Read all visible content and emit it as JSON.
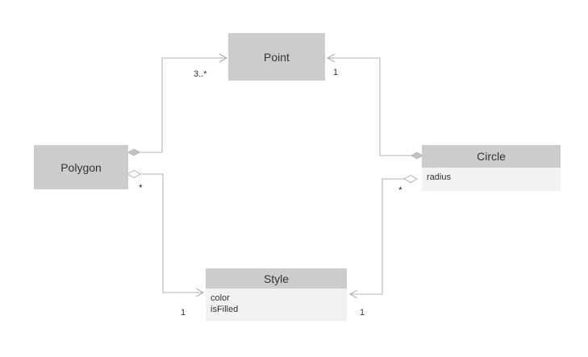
{
  "diagram": {
    "kind": "uml-class-diagram",
    "background_color": "#ffffff",
    "node_header_color": "#cccccc",
    "node_body_color": "#f2f2f2",
    "edge_color": "#b3b3b3",
    "text_color": "#333333"
  },
  "classes": {
    "point": {
      "name": "Point",
      "attributes": []
    },
    "polygon": {
      "name": "Polygon",
      "attributes": []
    },
    "circle": {
      "name": "Circle",
      "attributes": [
        "radius"
      ]
    },
    "style": {
      "name": "Style",
      "attributes": [
        "color",
        "isFilled"
      ]
    }
  },
  "relationships": [
    {
      "id": "polygon-point",
      "type": "composition",
      "from": "Polygon",
      "to": "Point",
      "diamond": "filled",
      "target_multiplicity": "3..*"
    },
    {
      "id": "circle-point",
      "type": "composition",
      "from": "Circle",
      "to": "Point",
      "diamond": "filled",
      "target_multiplicity": "1"
    },
    {
      "id": "polygon-style",
      "type": "aggregation",
      "from": "Polygon",
      "to": "Style",
      "diamond": "hollow",
      "source_multiplicity": "*",
      "target_multiplicity": "1"
    },
    {
      "id": "circle-style",
      "type": "aggregation",
      "from": "Circle",
      "to": "Style",
      "diamond": "hollow",
      "source_multiplicity": "*",
      "target_multiplicity": "1"
    }
  ],
  "multiplicity_labels": {
    "point_from_polygon": "3..*",
    "point_from_circle": "1",
    "polygon_to_style": "*",
    "circle_to_style": "*",
    "style_from_polygon": "1",
    "style_from_circle": "1"
  }
}
